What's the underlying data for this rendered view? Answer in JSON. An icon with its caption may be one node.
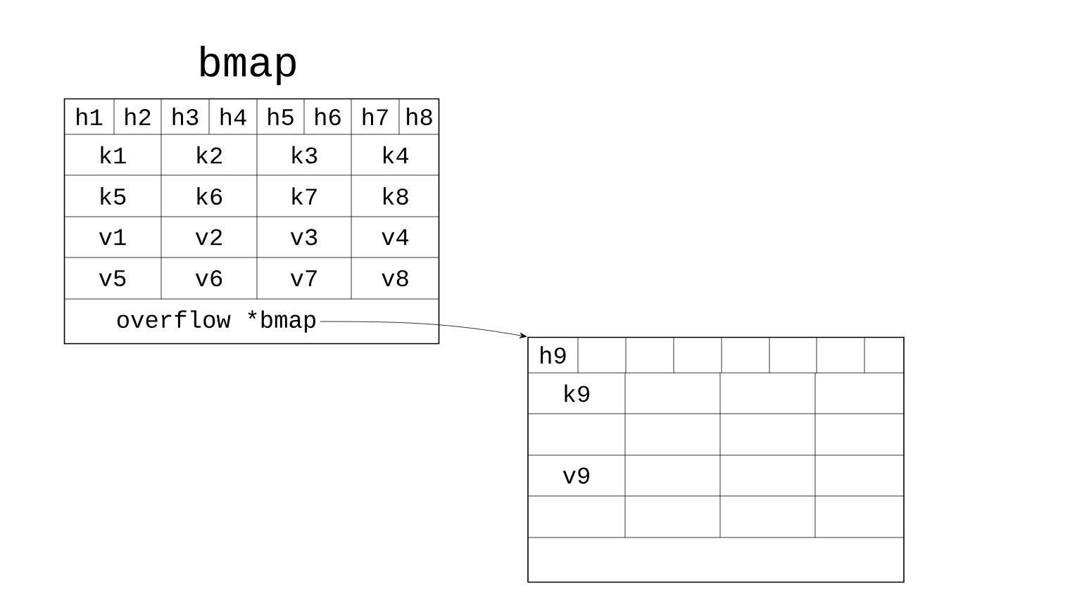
{
  "diagram": {
    "nodes": [
      {
        "text": [
          "bmap"
        ]
      },
      {
        "text": [
          "overflow *bmap"
        ],
        "in": 0
      },
      {
        "text": [],
        "shape": "box"
      }
    ],
    "edges": [
      {
        "from": 1,
        "to": 2,
        "arrow": "to"
      }
    ],
    "labels": [
      "h1",
      "h2",
      "h3",
      "h4",
      "h5",
      "h6",
      "h7",
      "h8",
      "k1",
      "k2",
      "k3",
      "k4",
      "k5",
      "k6",
      "k7",
      "k8",
      "v1",
      "v2",
      "v3",
      "v4",
      "v5",
      "v6",
      "v7",
      "v8",
      "h9",
      "k9",
      "v9"
    ]
  }
}
